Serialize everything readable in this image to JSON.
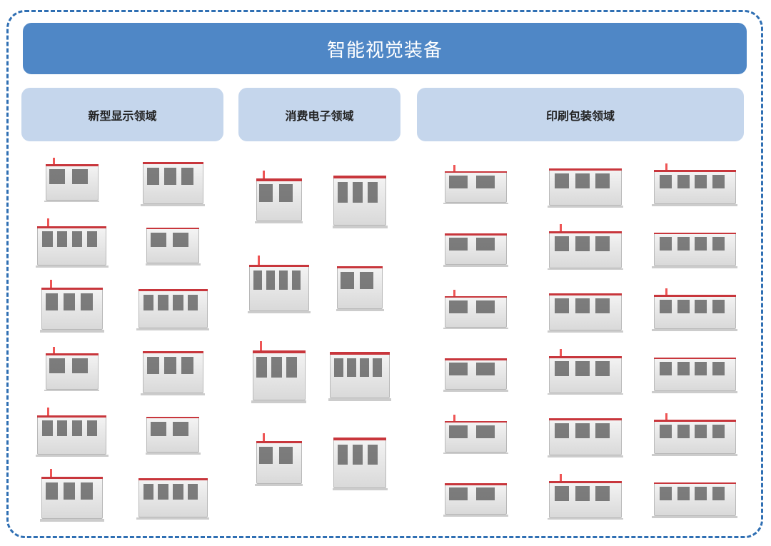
{
  "title": "智能视觉装备",
  "categories": [
    {
      "label": "新型显示领域",
      "machine_count": 12
    },
    {
      "label": "消费电子领域",
      "machine_count": 8
    },
    {
      "label": "印刷包装领域",
      "machine_count": 18
    }
  ],
  "colors": {
    "title_bg": "#4f87c6",
    "category_bg": "#c5d6ec",
    "border": "#2f6fb3",
    "accent": "#c8363c"
  }
}
